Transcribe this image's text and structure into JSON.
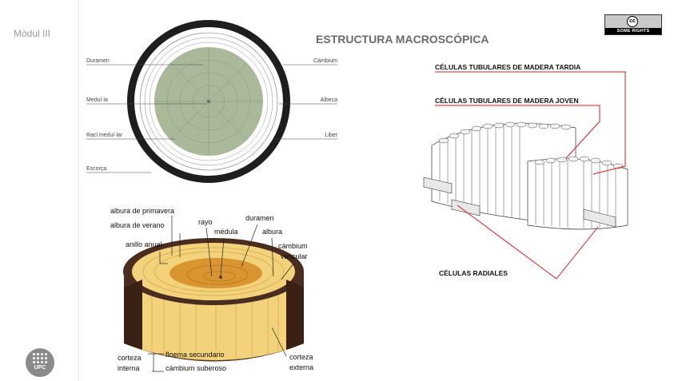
{
  "sidebar": {
    "module_label": "Mòdul III",
    "logo_text": "UPC"
  },
  "slide": {
    "title": "ESTRUCTURA MACROSCÓPICA"
  },
  "license": {
    "badge_symbol": "cc",
    "badge_text": "SOME RIGHTS RESERVED"
  },
  "trunk_section": {
    "labels_left": [
      "Duramen",
      "Medul·la",
      "Raci medul·lar",
      "Escorça"
    ],
    "labels_right": [
      "Càmbium",
      "Albeca",
      "Liber"
    ],
    "heartwood_color": "#a9b99a"
  },
  "wood_3d": {
    "labels": {
      "albura_primavera": "albura de primavera",
      "albura_verano": "albura de verano",
      "anillo": "anillo anual",
      "rayo": "rayo",
      "medula": "médula",
      "duramen": "duramen",
      "albura": "albura",
      "cambium_vascular_1": "cámbium",
      "cambium_vascular_2": "vascular",
      "corteza_interna_1": "corteza",
      "corteza_interna_2": "interna",
      "floema": "floema secundario",
      "cambium_suberoso": "cámbium suberoso",
      "corteza_externa_1": "corteza",
      "corteza_externa_2": "externa"
    },
    "colors": {
      "sapwood": "#f2d27a",
      "heartwood": "#d9952f",
      "bark": "#4a2d1e"
    }
  },
  "cells": {
    "labels": {
      "late": "CÉLULAS TUBULARES DE MADERA TARDIA",
      "young": "CÉLULAS TUBULARES DE MADERA JOVEN",
      "radial": "CÉLULAS RADIALES"
    },
    "pointer_color": "#e0191c"
  }
}
